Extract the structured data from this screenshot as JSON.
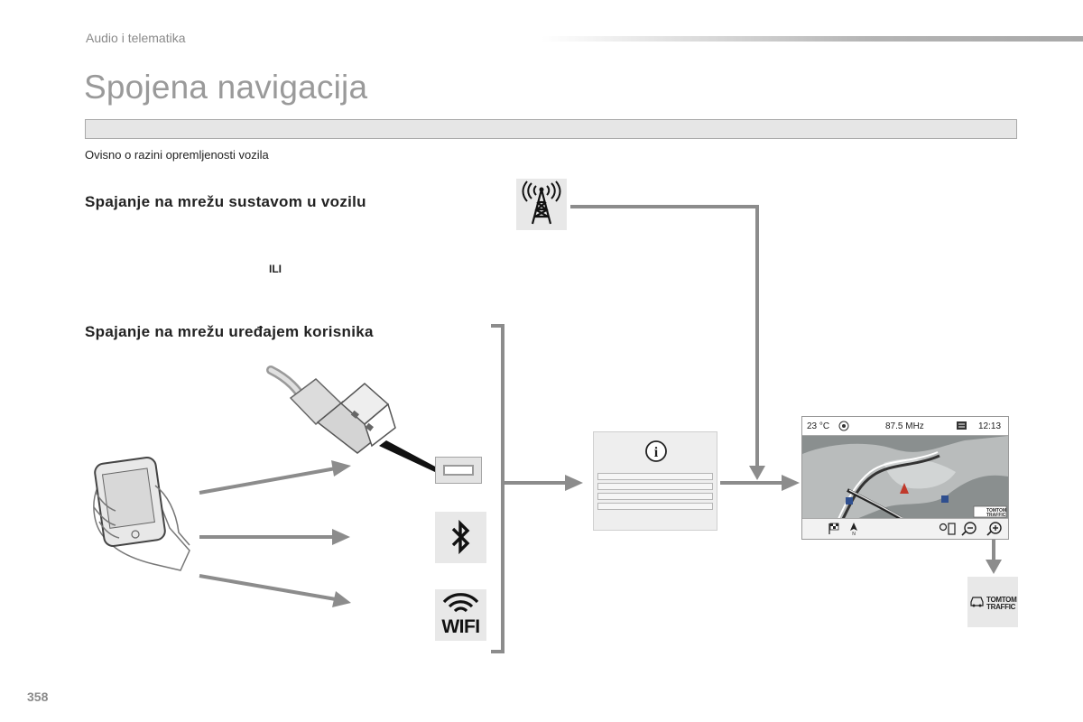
{
  "header": {
    "section_label": "Audio i telematika",
    "page_title": "Spojena navigacija"
  },
  "note": "Ovisno o razini opremljenosti vozila",
  "sections": {
    "vehicle_system": "Spajanje na mrežu sustavom u vozilu",
    "or_label": "ILI",
    "user_device": "Spajanje na mrežu uređajem korisnika"
  },
  "icons": {
    "tower": "radio-tower-icon",
    "smartphone": "smartphone-icon",
    "usb_plug": "usb-plug-icon",
    "usb_port": "usb-port-icon",
    "bluetooth": "bluetooth-icon",
    "wifi": "wifi-icon",
    "info": "info-icon"
  },
  "wifi_label": "WIFI",
  "info_symbol": "i",
  "screen": {
    "temperature": "23 °C",
    "frequency": "87.5 MHz",
    "time": "12:13",
    "traffic_label_line1": "TOMTOM",
    "traffic_label_line2": "TRAFFIC"
  },
  "traffic_box": {
    "line1": "TOMTOM",
    "line2": "TRAFFIC"
  },
  "page_number": "358",
  "colors": {
    "arrow": "#8c8c8c",
    "icon_box": "#e8e8e8",
    "title": "#9a9a9a"
  }
}
